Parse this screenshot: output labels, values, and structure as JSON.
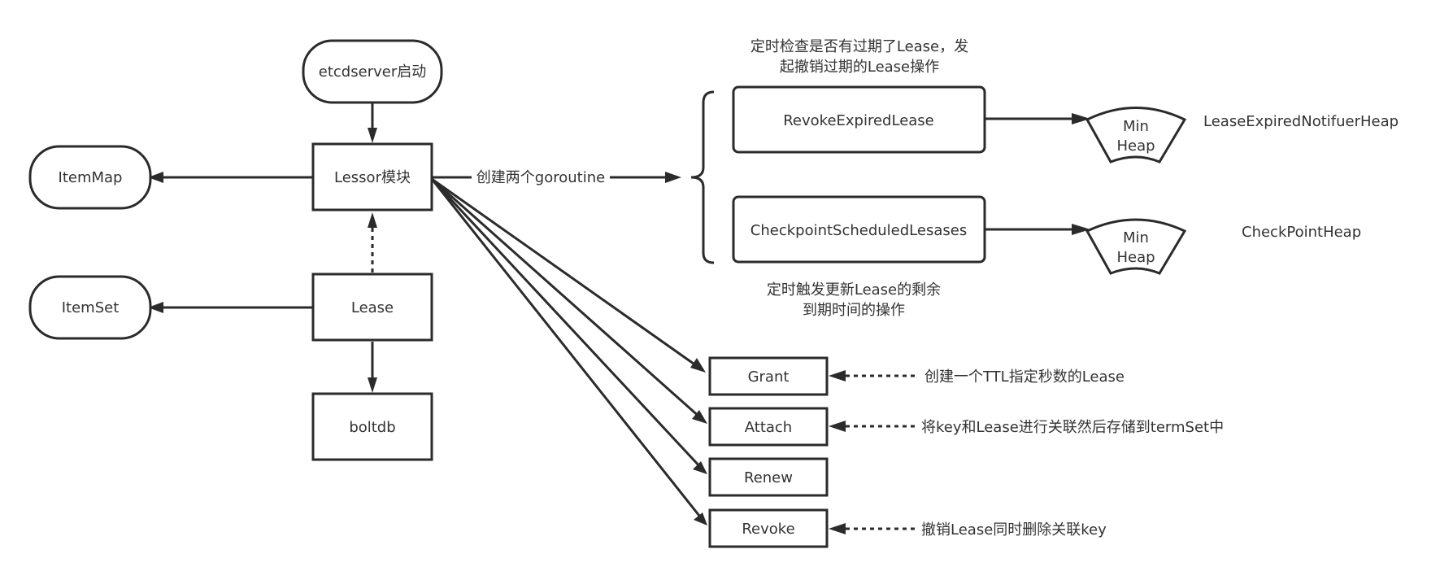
{
  "nodes": {
    "etcdserver": {
      "label": "etcdserver启动"
    },
    "lessor": {
      "label": "Lessor模块"
    },
    "itemmap": {
      "label": "ItemMap"
    },
    "itemset": {
      "label": "ItemSet"
    },
    "lease": {
      "label": "Lease"
    },
    "boltdb": {
      "label": "boltdb"
    },
    "revoke_expired": {
      "label": "RevokeExpiredLease"
    },
    "checkpoint_scheduled": {
      "label": "CheckpointScheduledLesases"
    },
    "minheap1": {
      "line1": "Min",
      "line2": "Heap"
    },
    "minheap2": {
      "line1": "Min",
      "line2": "Heap"
    },
    "grant": {
      "label": "Grant"
    },
    "attach": {
      "label": "Attach"
    },
    "renew": {
      "label": "Renew"
    },
    "revoke": {
      "label": "Revoke"
    }
  },
  "edge_labels": {
    "goroutine": "创建两个goroutine"
  },
  "notes": {
    "revoke_expired_desc": {
      "line1": "定时检查是否有过期了Lease，发",
      "line2": "起撤销过期的Lease操作"
    },
    "checkpoint_desc": {
      "line1": "定时触发更新Lease的剩余",
      "line2": "到期时间的操作"
    },
    "heap1_name": "LeaseExpiredNotifuerHeap",
    "heap2_name": "CheckPointHeap",
    "grant_desc": "创建一个TTL指定秒数的Lease",
    "attach_desc": "将key和Lease进行关联然后存储到termSet中",
    "revoke_desc": "撤销Lease同时删除关联key"
  }
}
